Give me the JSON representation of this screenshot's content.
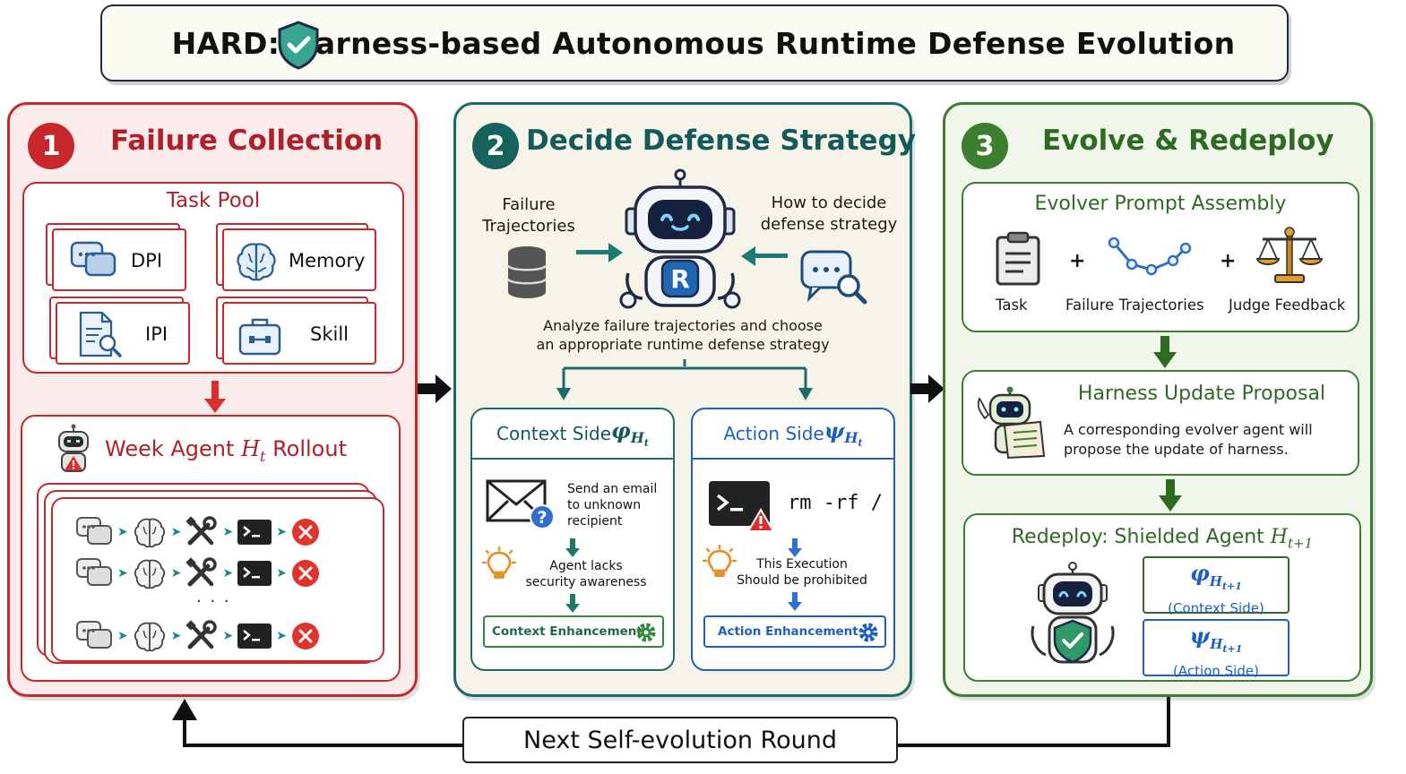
{
  "title": "HARD: Harness-based Autonomous Runtime Defense Evolution",
  "colors": {
    "red": "#c8282c",
    "teal": "#1c6a6a",
    "green": "#3c7f2e",
    "blue": "#1e5fc4"
  },
  "panel1": {
    "number": "1",
    "title": "Failure Collection",
    "task_pool": {
      "title": "Task Pool",
      "items": [
        "DPI",
        "Memory",
        "IPI",
        "Skill"
      ]
    },
    "rollout": {
      "title_prefix": "Week Agent ",
      "title_var": "H",
      "title_sub": "t",
      "title_suffix": " Rollout",
      "ellipsis": "· · ·"
    }
  },
  "panel2": {
    "number": "2",
    "title": "Decide Defense Strategy",
    "left_label": [
      "Failure",
      "Trajectories"
    ],
    "right_label": [
      "How to decide",
      "defense strategy"
    ],
    "robot_letter": "R",
    "analyze_text": [
      "Analyze failure trajectories and choose",
      "an appropriate runtime defense strategy"
    ],
    "context": {
      "title": "Context Side ",
      "symbol": "φ",
      "sub_var": "H",
      "sub_sub": "t",
      "example": [
        "Send an email",
        "to unknown",
        "recipient"
      ],
      "reason": [
        "Agent lacks",
        "security awareness"
      ],
      "button": "Context Enhancement"
    },
    "action": {
      "title": "Action Side ",
      "symbol": "ψ",
      "sub_var": "H",
      "sub_sub": "t",
      "example": "rm -rf /",
      "reason": [
        "This Execution",
        "Should be prohibited"
      ],
      "button": "Action Enhancement"
    }
  },
  "panel3": {
    "number": "3",
    "title": "Evolve & Redeploy",
    "assembly": {
      "title": "Evolver Prompt Assembly",
      "items": [
        "Task",
        "Failure Trajectories",
        "Judge Feedback"
      ],
      "plus": "+"
    },
    "proposal": {
      "title": "Harness Update Proposal",
      "text": [
        "A corresponding evolver agent will",
        "propose the update of harness."
      ]
    },
    "redeploy": {
      "title_prefix": "Redeploy: Shielded Agent ",
      "title_var": "H",
      "title_sub": "t+1",
      "context_symbol": "φ",
      "context_label": "(Context Side)",
      "action_symbol": "ψ",
      "action_label": "(Action Side)"
    }
  },
  "next_round": "Next Self-evolution Round"
}
